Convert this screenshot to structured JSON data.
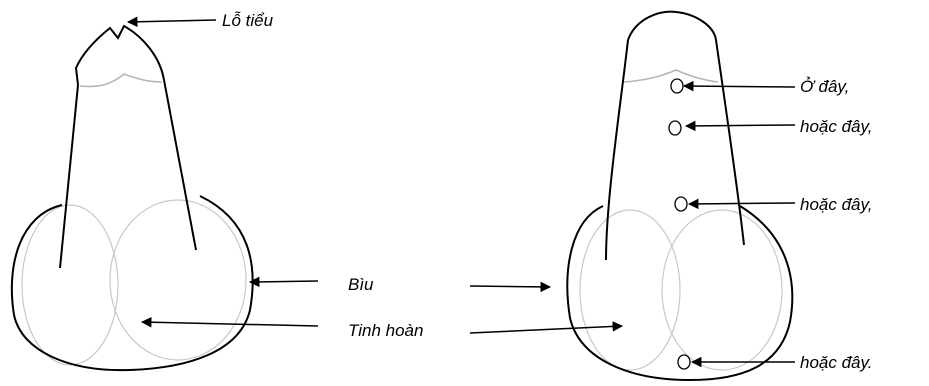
{
  "labels": {
    "urethral_opening": "Lỗ tiểu",
    "scrotum": "Bìu",
    "testicle": "Tinh hoàn",
    "here_first": "Ở đây,",
    "or_here_1": "hoặc đây,",
    "or_here_2": "hoặc đây,",
    "or_here_3": "hoặc đây."
  },
  "colors": {
    "outline": "#000000",
    "inner_outline": "#c8c8c8",
    "background": "#ffffff"
  }
}
